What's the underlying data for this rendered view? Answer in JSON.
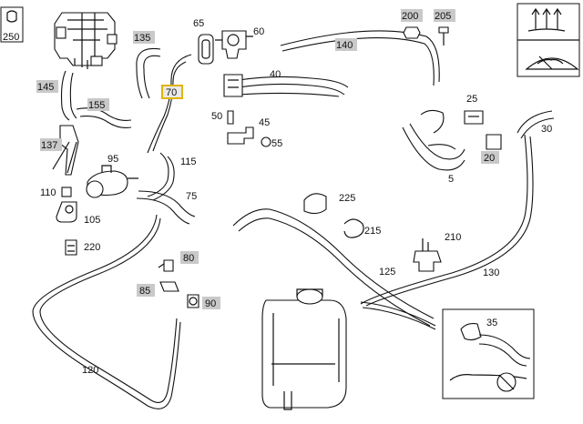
{
  "labels": {
    "250": "250",
    "65": "65",
    "60": "60",
    "135": "135",
    "140": "140",
    "200": "200",
    "205": "205",
    "145": "145",
    "70": "70",
    "40": "40",
    "155": "155",
    "25": "25",
    "50": "50",
    "45": "45",
    "30": "30",
    "55": "55",
    "137": "137",
    "95": "95",
    "115": "115",
    "20": "20",
    "5": "5",
    "110": "110",
    "75": "75",
    "225": "225",
    "105": "105",
    "215": "215",
    "220": "220",
    "210": "210",
    "80": "80",
    "125": "125",
    "130": "130",
    "85": "85",
    "90": "90",
    "35": "35",
    "120": "120"
  },
  "selected_part": "70",
  "colors": {
    "highlight_box": "#c9c9c9",
    "selected_outline": "#e0b400",
    "line": "#111111"
  },
  "icons": [
    "defrost-icon",
    "windshield-wiper-icon"
  ]
}
